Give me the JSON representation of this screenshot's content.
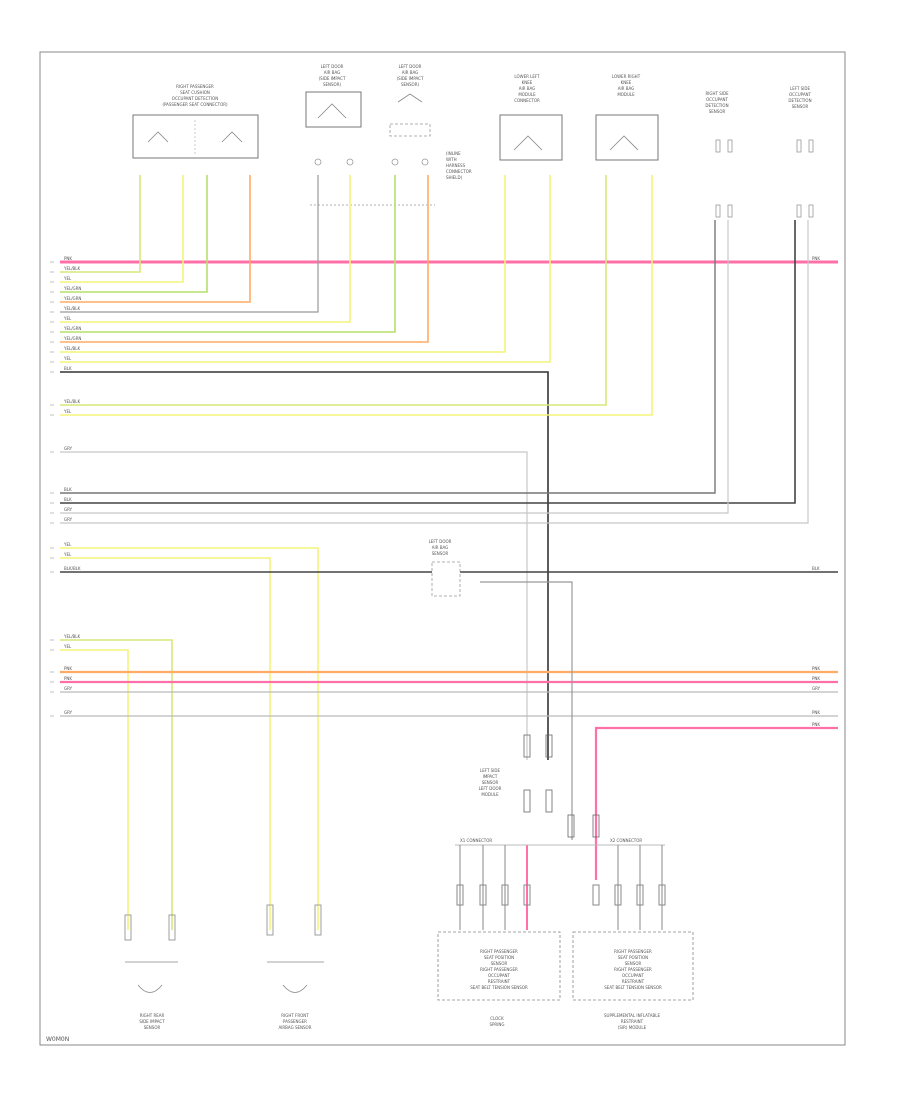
{
  "footer": {
    "code": "W0M0N"
  },
  "components": {
    "rp_occupant_sensor": {
      "lines": [
        "RIGHT PASSENGER",
        "SEAT CUSHION",
        "OCCUPANT DETECTION",
        "(PASSENGER SEAT CONNECTOR)"
      ]
    },
    "lf_door_module": {
      "lines": [
        "LEFT DOOR",
        "AIR BAG",
        "(SIDE IMPACT",
        "SENSOR)"
      ]
    },
    "lf_door_module_b": {
      "lines": [
        "LEFT DOOR",
        "AIR BAG",
        "(SIDE IMPACT",
        "SENSOR)"
      ]
    },
    "lower_left_knee": {
      "lines": [
        "LOWER LEFT",
        "KNEE",
        "AIR BAG",
        "MODULE",
        "CONNECTOR"
      ]
    },
    "lower_right_knee": {
      "lines": [
        "LOWER RIGHT",
        "KNEE",
        "AIR BAG",
        "MODULE"
      ]
    },
    "right_side_sensor": {
      "lines": [
        "RIGHT SIDE",
        "OCCUPANT",
        "DETECTION",
        "SENSOR"
      ]
    },
    "left_side_sensor": {
      "lines": [
        "LEFT SIDE",
        "OCCUPANT",
        "DETECTION",
        "SENSOR"
      ]
    },
    "splice_label": {
      "lines": [
        "(INLINE",
        "WITH",
        "HARNESS",
        "CONNECTOR",
        "SHIELD)"
      ]
    },
    "left_door_sensor_mid": {
      "lines": [
        "LEFT DOOR",
        "AIR BAG",
        "SENSOR"
      ]
    },
    "left_module_sensor": {
      "lines": [
        "LEFT SIDE",
        "IMPACT",
        "SENSOR",
        "LEFT DOOR",
        "MODULE"
      ]
    },
    "right_rear_sensor": {
      "lines": [
        "RIGHT REAR",
        "SIDE IMPACT",
        "SENSOR"
      ]
    },
    "right_front_sensor": {
      "lines": [
        "RIGHT FRONT",
        "PASSENGER",
        "AIRBAG SENSOR"
      ]
    },
    "clock_spring": {
      "lines": [
        "CLOCK",
        "SPRING"
      ]
    },
    "supplemental_module": {
      "lines": [
        "SUPPLEMENTAL INFLATABLE",
        "RESTRAINT",
        "(SIR) MODULE"
      ]
    },
    "sdm_a": {
      "header": "X1 CONNECTOR",
      "lines": [
        "RIGHT PASSENGER",
        "SEAT POSITION",
        "SENSOR",
        "RIGHT PASSENGER",
        "OCCUPANT",
        "RESTRAINT",
        "SEAT BELT TENSION SENSOR"
      ]
    },
    "sdm_b": {
      "header": "X2 CONNECTOR",
      "lines": [
        "RIGHT PASSENGER",
        "SEAT POSITION",
        "SENSOR",
        "RIGHT PASSENGER",
        "OCCUPANT",
        "RESTRAINT",
        "SEAT BELT TENSION SENSOR"
      ]
    }
  },
  "wire_labels": {
    "w1": "PNK",
    "w2": "YEL/BLK",
    "w3": "YEL",
    "w4": "YEL/GRN",
    "w5": "YEL/GRN",
    "w6": "YEL/BLK",
    "w7": "YEL",
    "w8": "YEL/GRN",
    "w9": "YEL/GRN",
    "w10": "YEL/BLK",
    "w11": "YEL",
    "w12": "BLK",
    "w13": "YEL/BLK",
    "w14": "YEL",
    "w15": "GRY",
    "w16": "BLK",
    "w17": "BLK",
    "w18": "GRY",
    "w19": "GRY",
    "w20": "YEL",
    "w21": "YEL",
    "w22": "BLK/BLK",
    "w23": "YEL/BLK",
    "w24": "YEL",
    "w25": "PNK",
    "w26": "PNK",
    "w27": "GRY",
    "w28": "GRY",
    "r1": "PNK",
    "r2": "BLK",
    "r3": "PNK",
    "r4": "PNK",
    "r5": "GRY",
    "r6": "PNK",
    "r7": "PNK"
  },
  "colors": {
    "pink": "#ff6fa8",
    "yellow": "#f3f37a",
    "yellow_green": "#d6e878",
    "green": "#b6e06a",
    "orange": "#ffab66",
    "gray": "#b8b8b8",
    "dark": "#444444",
    "black": "#111111",
    "frame": "#888888"
  }
}
